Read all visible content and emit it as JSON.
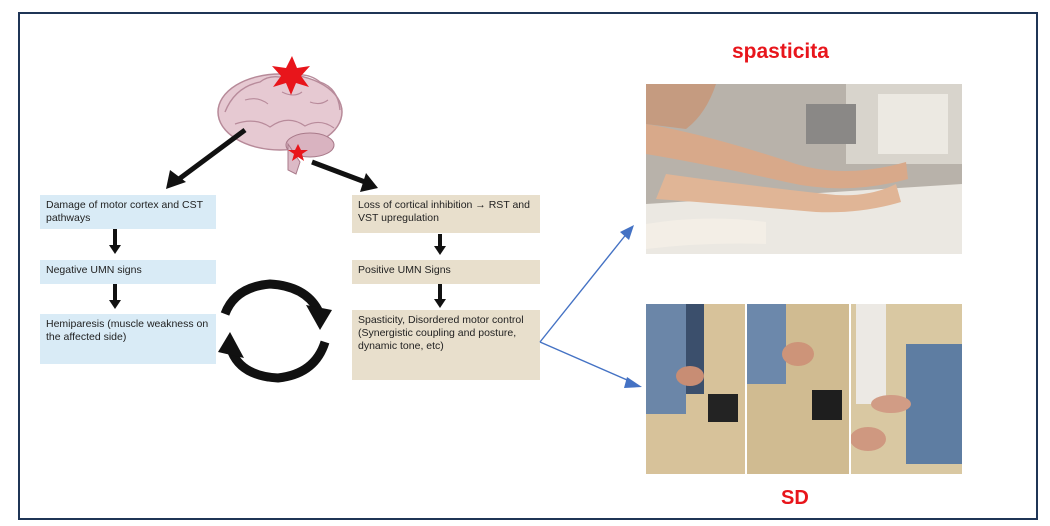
{
  "headings": {
    "top": "spasticita",
    "bottom": "SD"
  },
  "left_column": [
    {
      "text": "Damage of motor cortex and CST pathways"
    },
    {
      "text": "Negative UMN signs"
    },
    {
      "text": "Hemiparesis (muscle weakness on the affected side)"
    }
  ],
  "right_column": [
    {
      "text": "Loss of cortical inhibition → RST and VST upregulation"
    },
    {
      "text": "Positive UMN Signs"
    },
    {
      "text": "Spasticity, Disordered motor control  (Synergistic coupling and posture, dynamic tone, etc)"
    }
  ],
  "colors": {
    "heading": "#e8151b",
    "blue_box": "#d9ebf6",
    "tan_box": "#e8dfcc",
    "arrow_blue": "#4472c4",
    "frame": "#1f3556",
    "lesion_star": "#e8151b"
  }
}
